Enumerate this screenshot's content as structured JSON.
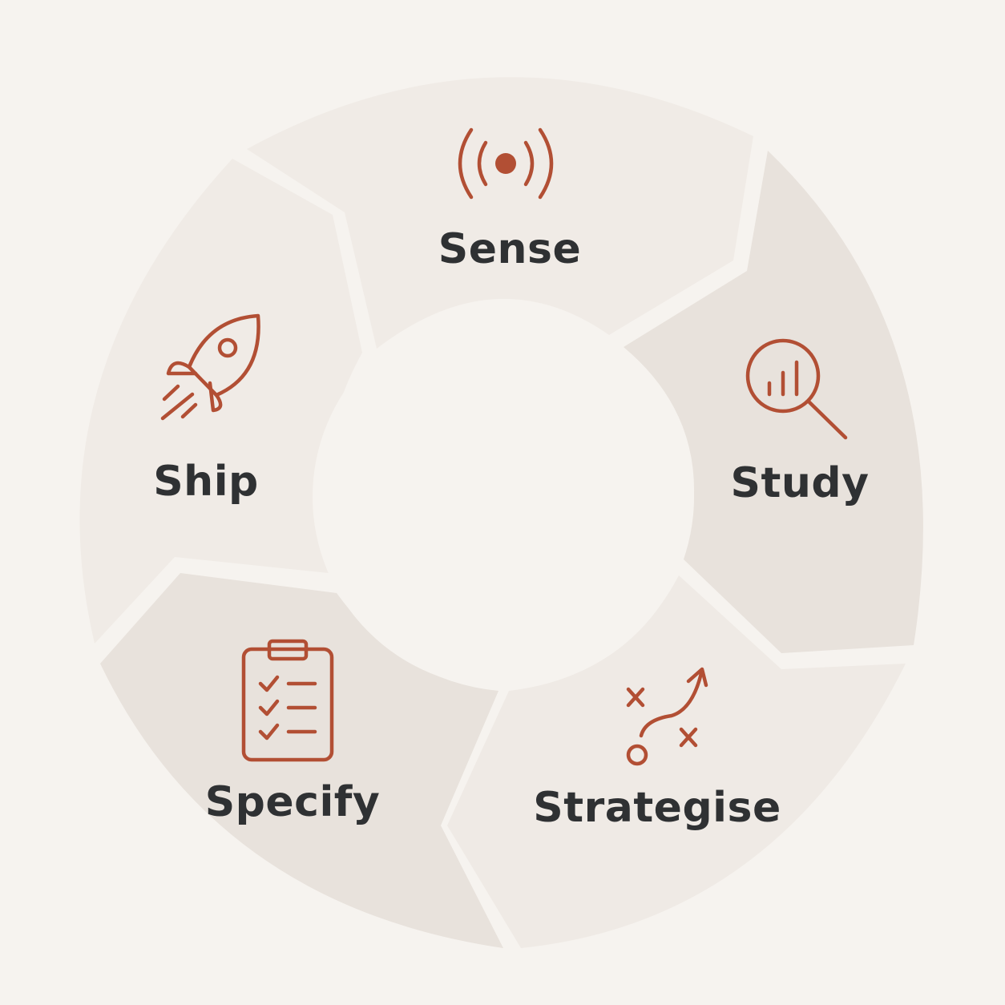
{
  "diagram": {
    "colors": {
      "background": "#f6f3ef",
      "accent": "#b24f34",
      "text": "#2f3133"
    },
    "segments": [
      {
        "label": "Sense",
        "icon": "broadcast-signal-icon",
        "fill": "#f0ebe6"
      },
      {
        "label": "Study",
        "icon": "magnifier-chart-icon",
        "fill": "#e8e2dc"
      },
      {
        "label": "Strategise",
        "icon": "strategy-play-icon",
        "fill": "#efeae5"
      },
      {
        "label": "Specify",
        "icon": "clipboard-checklist-icon",
        "fill": "#e8e2dc"
      },
      {
        "label": "Ship",
        "icon": "rocket-icon",
        "fill": "#f0ebe6"
      }
    ]
  }
}
